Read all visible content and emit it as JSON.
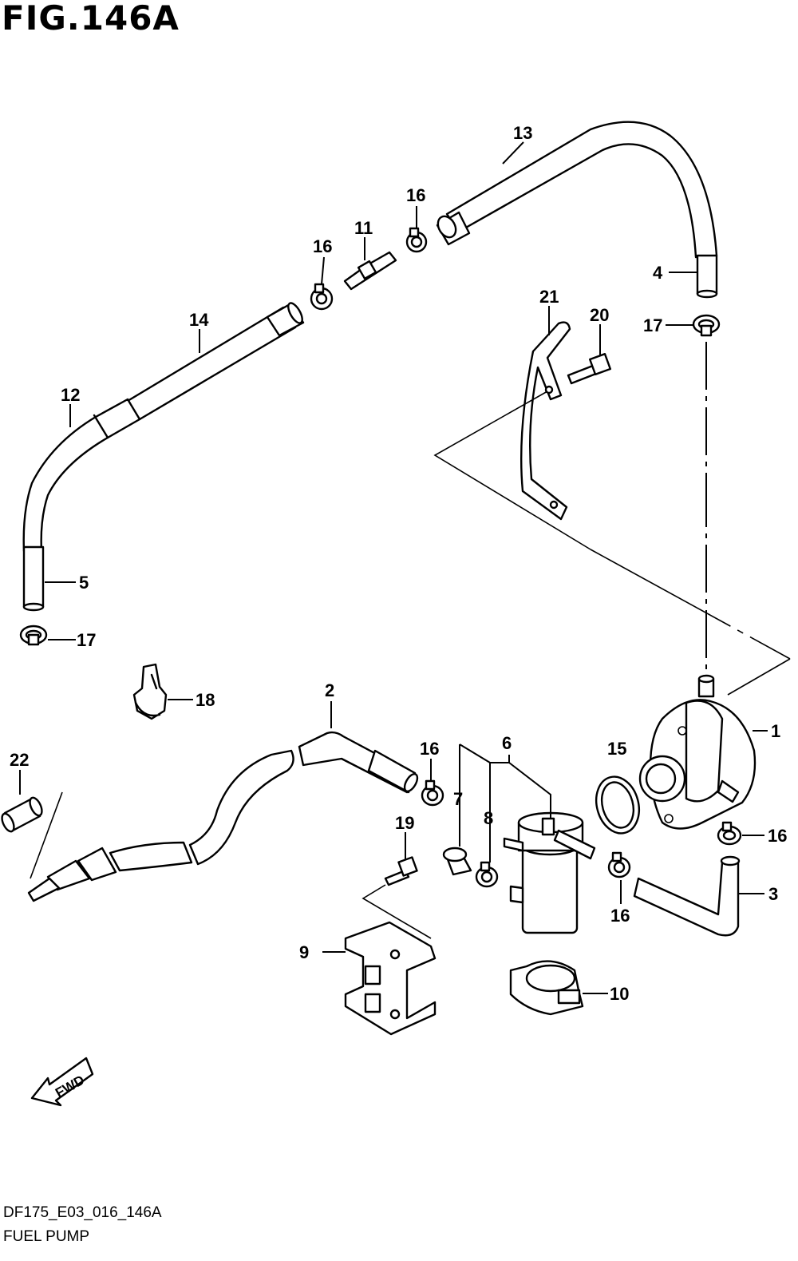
{
  "figure": {
    "title": "FIG.146A",
    "code": "DF175_E03_016_146A",
    "name": "FUEL PUMP"
  },
  "fwd_label": "FWD",
  "callouts": {
    "c1": "1",
    "c2": "2",
    "c3": "3",
    "c4": "4",
    "c5": "5",
    "c6": "6",
    "c7": "7",
    "c8": "8",
    "c9": "9",
    "c10": "10",
    "c11": "11",
    "c12": "12",
    "c13": "13",
    "c14": "14",
    "c15": "15",
    "c16a": "16",
    "c16b": "16",
    "c16c": "16",
    "c16d": "16",
    "c16e": "16",
    "c17a": "17",
    "c17b": "17",
    "c18": "18",
    "c19": "19",
    "c20": "20",
    "c21": "21",
    "c22": "22"
  }
}
